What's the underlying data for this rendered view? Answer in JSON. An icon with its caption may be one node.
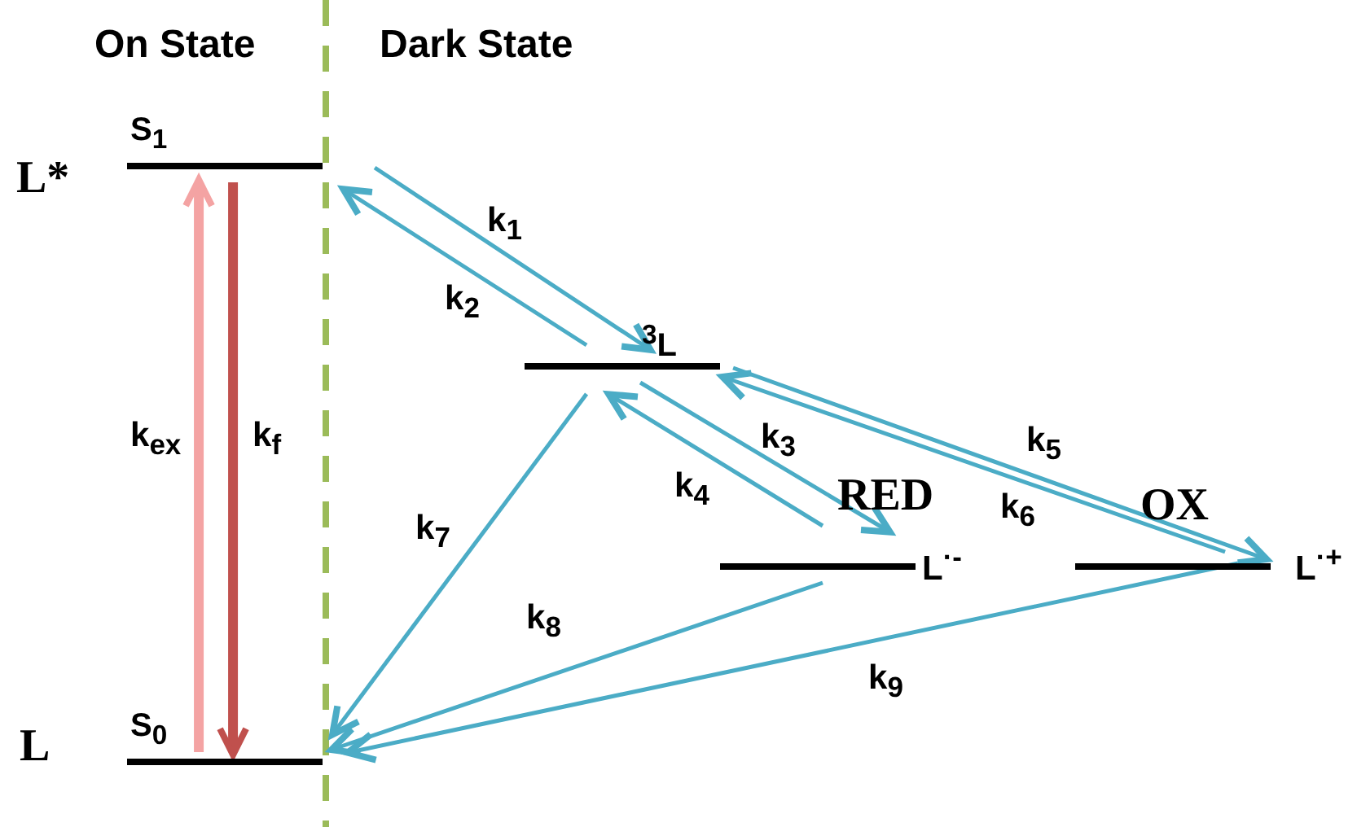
{
  "diagram": {
    "nodes": [
      {
        "text": [
          "S$_{1}$"
        ],
        "beside": [
          "L*"
        ]
      },
      {
        "text": [
          "S$_{0}$"
        ],
        "beside": [
          "L"
        ]
      },
      {
        "text": [
          "$^{3}$L"
        ]
      },
      {
        "text": [
          "RED"
        ],
        "beside": [
          "L$^{·-}$"
        ]
      },
      {
        "text": [
          "OX"
        ],
        "beside": [
          "L$^{·+}$"
        ]
      }
    ],
    "edges": [
      {
        "from": 1,
        "to": 0,
        "arrow": "to",
        "label": "k$_{ex}$",
        "style": "thick",
        "color": "#f4a3a3"
      },
      {
        "from": 0,
        "to": 1,
        "arrow": "to",
        "label": "k$_{f}$",
        "style": "thick",
        "color": "#c0504d"
      },
      {
        "from": 0,
        "to": 2,
        "arrow": "to",
        "label": "k$_{1}$"
      },
      {
        "from": 2,
        "to": 0,
        "arrow": "to",
        "label": "k$_{2}$"
      },
      {
        "from": 2,
        "to": 3,
        "arrow": "to",
        "label": "k$_{3}$"
      },
      {
        "from": 3,
        "to": 2,
        "arrow": "to",
        "label": "k$_{4}$"
      },
      {
        "from": 2,
        "to": 4,
        "arrow": "to",
        "label": "k$_{5}$"
      },
      {
        "from": 4,
        "to": 2,
        "arrow": "to",
        "label": "k$_{6}$"
      },
      {
        "from": 2,
        "to": 1,
        "arrow": "to",
        "label": "k$_{7}$"
      },
      {
        "from": 3,
        "to": 1,
        "arrow": "to",
        "label": "k$_{8}$"
      },
      {
        "from": 4,
        "to": 1,
        "arrow": "to",
        "label": "k$_{9}$"
      }
    ],
    "labels": [
      "On State",
      "Dark State"
    ]
  }
}
